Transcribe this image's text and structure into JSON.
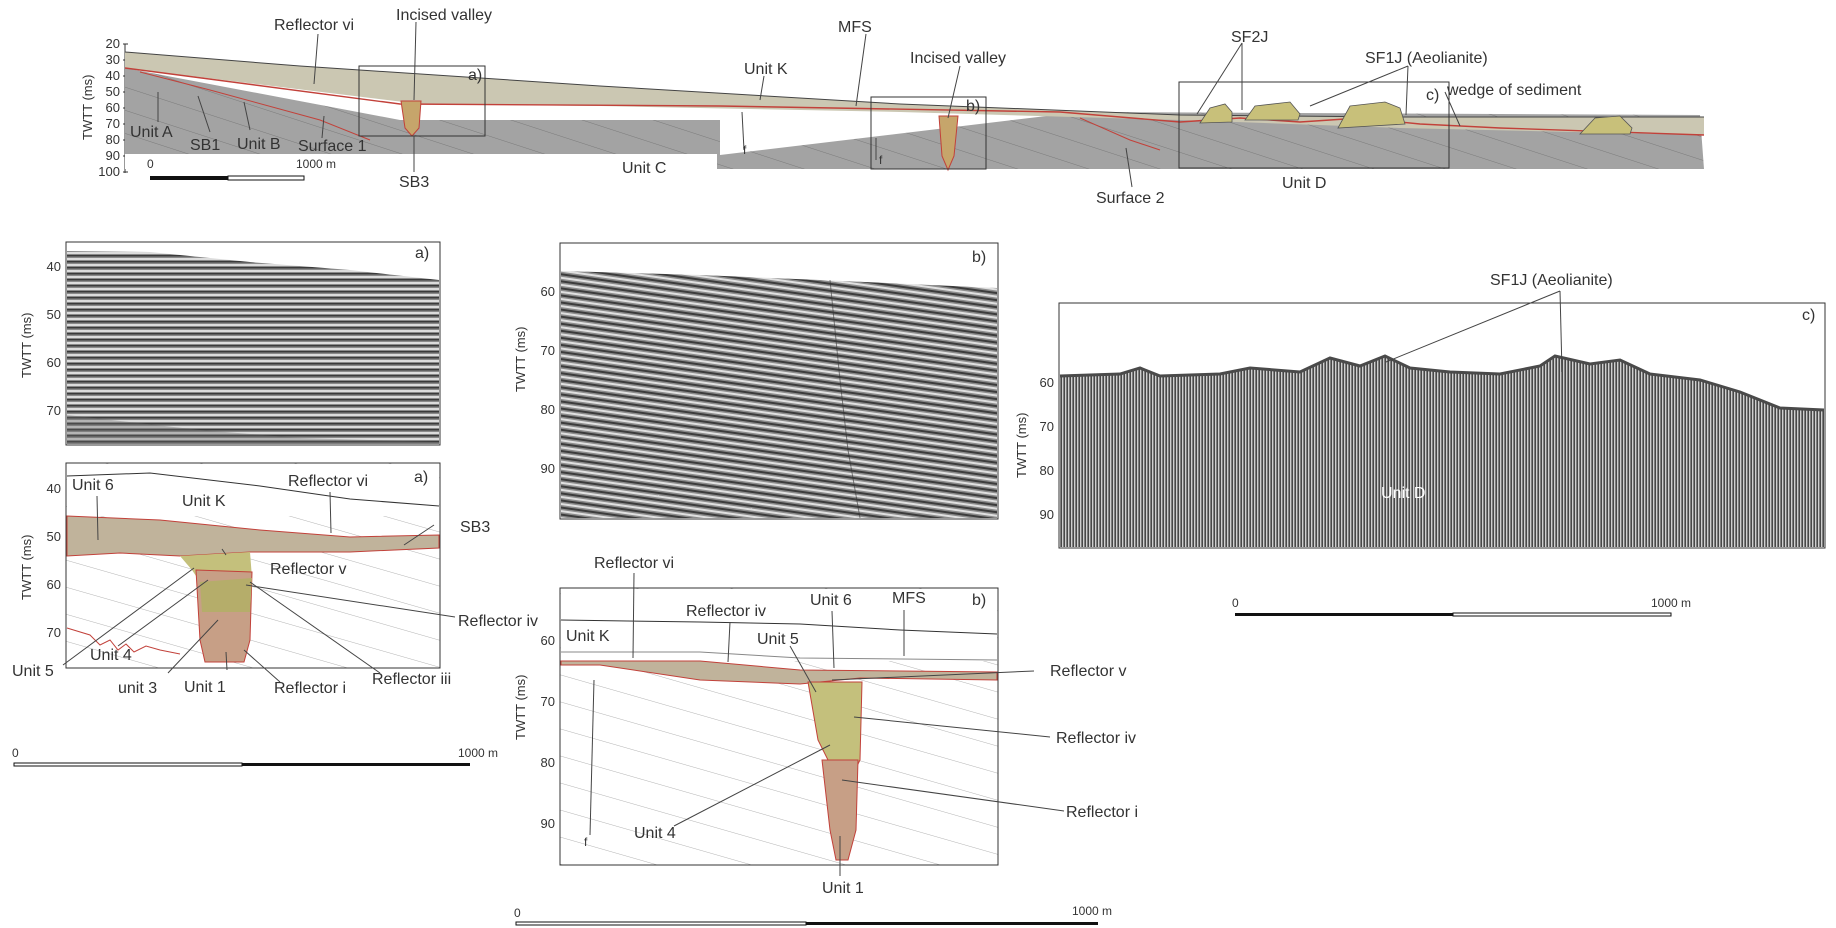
{
  "overview": {
    "axis_label": "TWTT (ms)",
    "ticks": [
      "20",
      "30",
      "40",
      "50",
      "60",
      "70",
      "80",
      "90",
      "100"
    ],
    "scale": {
      "start": "0",
      "end": "1000 m"
    },
    "labels": {
      "reflector_vi": "Reflector vi",
      "incised_valley_1": "Incised valley",
      "incised_valley_2": "Incised valley",
      "mfs": "MFS",
      "unit_k": "Unit K",
      "sf2j": "SF2J",
      "sf1j": "SF1J (Aeolianite)",
      "wedge": "wedge of sediment",
      "unit_a": "Unit A",
      "sb1": "SB1",
      "unit_b": "Unit B",
      "surface_1": "Surface 1",
      "sb3": "SB3",
      "unit_c": "Unit C",
      "surface_2": "Surface 2",
      "unit_d": "Unit D",
      "box_a": "a)",
      "box_b": "b)",
      "box_c": "c)",
      "f1": "f",
      "f2": "f"
    }
  },
  "panel_a_seismic": {
    "tag": "a)",
    "axis_label": "TWTT (ms)",
    "ticks": [
      "40",
      "50",
      "60",
      "70"
    ]
  },
  "panel_a_interp": {
    "tag": "a)",
    "axis_label": "TWTT (ms)",
    "ticks": [
      "40",
      "50",
      "60",
      "70"
    ],
    "labels": {
      "unit_6": "Unit 6",
      "unit_k": "Unit K",
      "reflector_vi": "Reflector vi",
      "sb3": "SB3",
      "reflector_v": "Reflector v",
      "reflector_iv": "Reflector iv",
      "unit_5": "Unit 5",
      "unit_4": "Unit 4",
      "unit_3": "unit 3",
      "unit_1": "Unit 1",
      "reflector_i": "Reflector i",
      "reflector_iii": "Reflector iii"
    },
    "scale": {
      "start": "0",
      "end": "1000 m"
    }
  },
  "panel_b_seismic": {
    "tag": "b)",
    "axis_label": "TWTT (ms)",
    "ticks": [
      "60",
      "70",
      "80",
      "90"
    ]
  },
  "panel_b_interp": {
    "tag": "b)",
    "axis_label": "TWTT (ms)",
    "ticks": [
      "60",
      "70",
      "80",
      "90"
    ],
    "labels": {
      "reflector_vi": "Reflector vi",
      "reflector_iv_top": "Reflector iv",
      "unit_6": "Unit 6",
      "mfs": "MFS",
      "unit_k": "Unit K",
      "unit_5": "Unit 5",
      "reflector_v": "Reflector v",
      "reflector_iv": "Reflector iv",
      "reflector_i": "Reflector i",
      "unit_4": "Unit 4",
      "unit_1": "Unit 1",
      "f": "f"
    },
    "scale": {
      "start": "0",
      "end": "1000 m"
    }
  },
  "panel_c_seismic": {
    "tag": "c)",
    "axis_label": "TWTT (ms)",
    "ticks": [
      "60",
      "70",
      "80",
      "90"
    ],
    "labels": {
      "sf1j": "SF1J (Aeolianite)",
      "unit_d": "Unit D"
    },
    "scale": {
      "start": "0",
      "end": "1000 m"
    }
  }
}
